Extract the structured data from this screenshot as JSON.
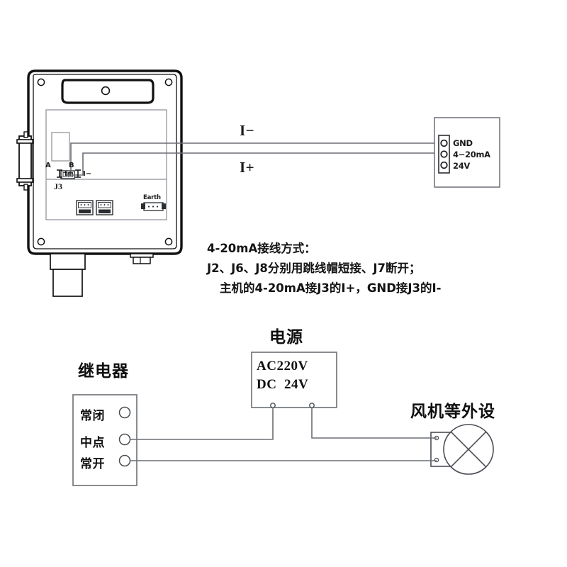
{
  "diagram": {
    "title": "4-20mA wiring and relay / power / peripheral connection diagram",
    "colors": {
      "ink": "#1a1a1a",
      "wire": "#6b6f75",
      "outline": "#111111",
      "board": "#8a8e94",
      "background": "#ffffff"
    }
  },
  "device": {
    "name_hint": "transmitter-enclosure",
    "board": {
      "j3": {
        "connector_label": "J3",
        "pin_a_label": "A",
        "pin_b_label": "B",
        "pin_a_signal": "I+",
        "pin_b_signal": "I−"
      },
      "earth_label": "Earth"
    }
  },
  "wires": {
    "upper_label": "I−",
    "lower_label": "I+"
  },
  "terminal_block": {
    "name_hint": "host-terminal-block",
    "pins": [
      {
        "label": "GND"
      },
      {
        "label": "4−20mA"
      },
      {
        "label": "24V"
      }
    ]
  },
  "note": {
    "lines": [
      "4-20mA接线方式：",
      "J2、J6、J8分别用跳线帽短接、J7断开；",
      "主机的4-20mA接J3的I+，GND接J3的I-"
    ]
  },
  "relay": {
    "heading": "继电器",
    "terminals": [
      {
        "label": "常闭"
      },
      {
        "label": "中点"
      },
      {
        "label": "常开"
      }
    ]
  },
  "power_supply": {
    "heading": "电源",
    "line1": "AC220V",
    "line2": "DC  24V"
  },
  "peripheral": {
    "heading": "风机等外设"
  }
}
